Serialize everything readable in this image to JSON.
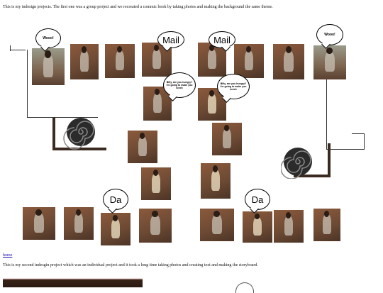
{
  "intro_text": "This is my indesign projects. The first one was a group project and we recreated a commic book by taking photos and making the background the same theme.",
  "bubbles": {
    "wooo_left": "Wooo!",
    "wooo_right": "Wooo!",
    "mail_left": "Mail",
    "mail_right": "Mail",
    "small_left": "Billy, are you hungry? I'm going to make you lunch",
    "small_right": "Billy, are you hungry? I'm going to make you lunch",
    "da_left": "Da",
    "da_right": "Da"
  },
  "icons": {
    "spiral_left": "spiral-icon",
    "spiral_right": "spiral-icon"
  },
  "home_link": "home",
  "second_text": "This is my second indesgin project which was an individual project and it took a long time taking photos and creating text and making the storyboard."
}
